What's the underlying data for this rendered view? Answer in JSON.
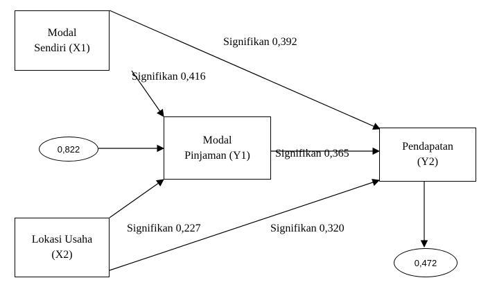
{
  "nodes": {
    "x1": {
      "lines": [
        "Modal",
        "Sendiri (X1)"
      ]
    },
    "x2": {
      "lines": [
        "Lokasi Usaha",
        "(X2)"
      ]
    },
    "y1": {
      "lines": [
        "Modal",
        "Pinjaman (Y1)"
      ]
    },
    "y2": {
      "lines": [
        "Pendapatan",
        "(Y2)"
      ]
    },
    "e1": {
      "value": "0,822"
    },
    "e2": {
      "value": "0,472"
    }
  },
  "edges": {
    "x1_y1": {
      "label": "Signifikan 0,416"
    },
    "x1_y2": {
      "label": "Signifikan 0,392"
    },
    "x2_y1": {
      "label": "Signifikan 0,227"
    },
    "x2_y2": {
      "label": "Signifikan 0,320"
    },
    "y1_y2": {
      "label": "Signifikan 0,365"
    }
  }
}
